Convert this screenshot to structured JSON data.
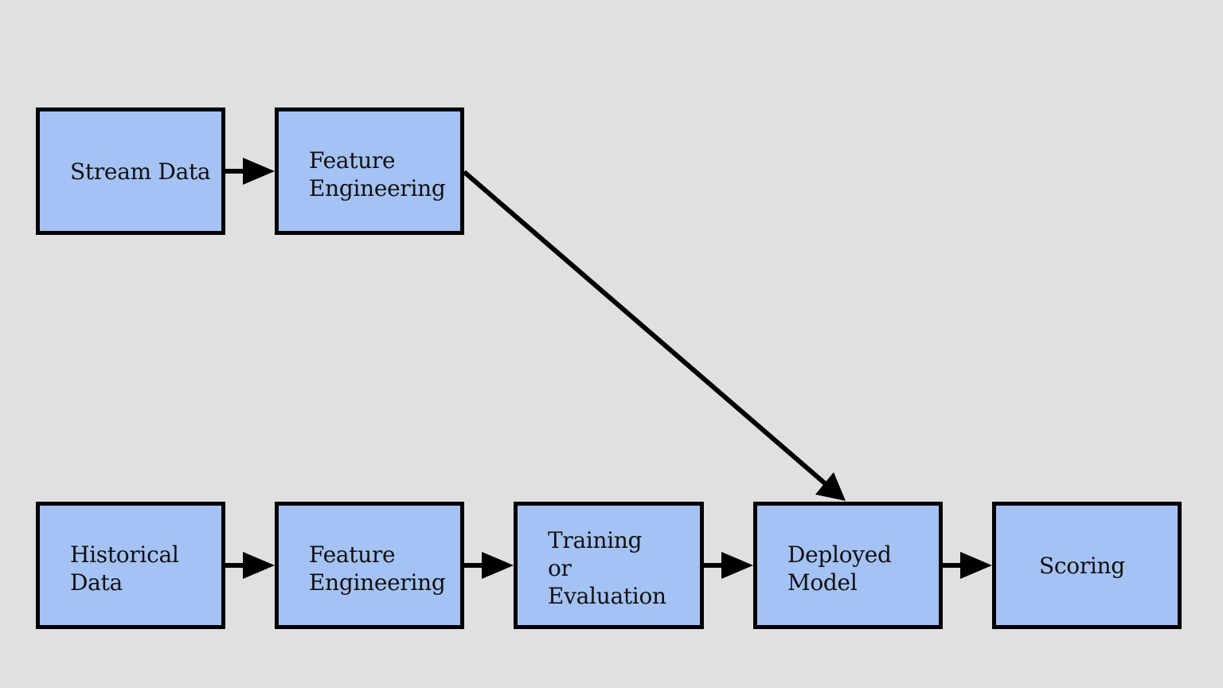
{
  "diagram": {
    "background_color": "#e0e0e0",
    "node_fill_color": "#a4c2f4",
    "stroke_color": "#000000",
    "nodes": {
      "stream_data": {
        "label": "Stream Data"
      },
      "stream_feature_engineering": {
        "label": "Feature\nEngineering"
      },
      "historical_data": {
        "label": "Historical\nData"
      },
      "historical_feature_engineering": {
        "label": "Feature\nEngineering"
      },
      "training_or_evaluation": {
        "label": "Training\nor\nEvaluation"
      },
      "deployed_model": {
        "label": "Deployed\nModel"
      },
      "scoring": {
        "label": "Scoring"
      }
    },
    "edges": [
      {
        "from": "stream_data",
        "to": "stream_feature_engineering"
      },
      {
        "from": "stream_feature_engineering",
        "to": "deployed_model"
      },
      {
        "from": "historical_data",
        "to": "historical_feature_engineering"
      },
      {
        "from": "historical_feature_engineering",
        "to": "training_or_evaluation"
      },
      {
        "from": "training_or_evaluation",
        "to": "deployed_model"
      },
      {
        "from": "deployed_model",
        "to": "scoring"
      }
    ]
  }
}
